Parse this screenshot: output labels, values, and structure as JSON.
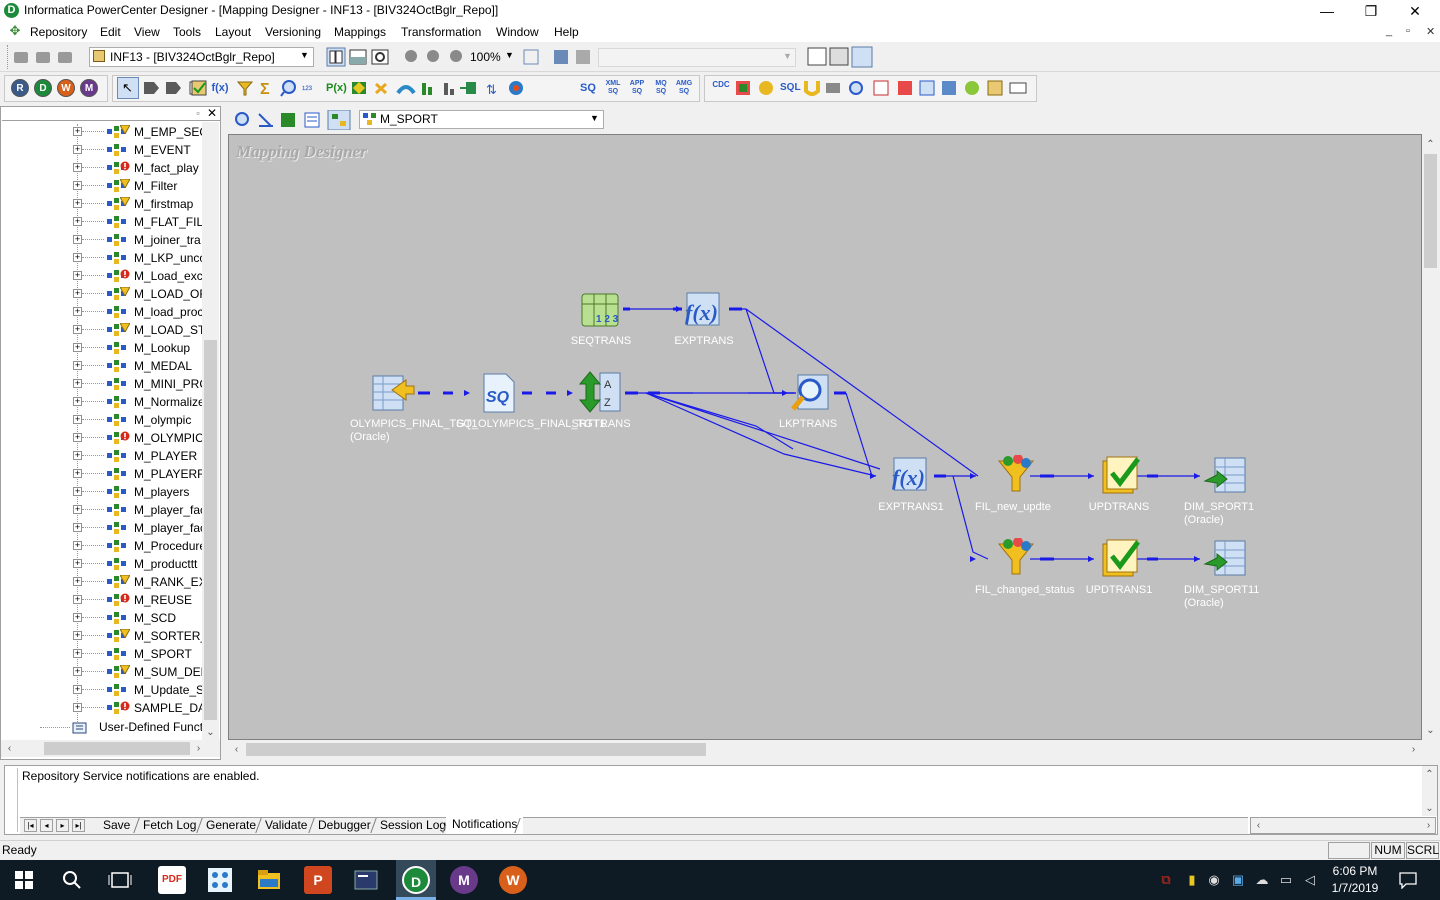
{
  "window": {
    "title": "Informatica PowerCenter Designer - [Mapping Designer - INF13 - [BIV324OctBglr_Repo]]",
    "app_icon_letter": "D",
    "controls": {
      "minimize": "—",
      "maximize": "❐",
      "close": "✕"
    }
  },
  "menu": {
    "items": [
      "Repository",
      "Edit",
      "View",
      "Tools",
      "Layout",
      "Versioning",
      "Mappings",
      "Transformation",
      "Window",
      "Help"
    ],
    "mdi_controls": {
      "minimize": "_",
      "restore": "▫",
      "close": "✕"
    }
  },
  "toolbar1": {
    "repository_combo": "INF13 - [BIV324OctBglr_Repo]",
    "zoom": "100%"
  },
  "toolbar2": {
    "tool_circles": [
      "R",
      "D",
      "W",
      "M"
    ],
    "glyph_labels": [
      "f(x)",
      "P(x)",
      "SQ",
      "XML SQ",
      "APP SQ",
      "MQ SQ",
      "AMG SQ",
      "CDC",
      "SQL"
    ]
  },
  "navigator": {
    "items": [
      {
        "label": "M_EMP_SEQ",
        "status": "warning"
      },
      {
        "label": "M_EVENT",
        "status": "ok"
      },
      {
        "label": "M_fact_play",
        "status": "error"
      },
      {
        "label": "M_Filter",
        "status": "warning"
      },
      {
        "label": "M_firstmap",
        "status": "warning"
      },
      {
        "label": "M_FLAT_FILE",
        "status": "ok"
      },
      {
        "label": "M_joiner_tra",
        "status": "ok"
      },
      {
        "label": "M_LKP_unco",
        "status": "ok"
      },
      {
        "label": "M_Load_exce",
        "status": "error"
      },
      {
        "label": "M_LOAD_OR",
        "status": "warning"
      },
      {
        "label": "M_load_proc",
        "status": "ok"
      },
      {
        "label": "M_LOAD_ST",
        "status": "warning"
      },
      {
        "label": "M_Lookup",
        "status": "ok"
      },
      {
        "label": "M_MEDAL",
        "status": "ok"
      },
      {
        "label": "M_MINI_PRC",
        "status": "ok"
      },
      {
        "label": "M_Normalize",
        "status": "ok"
      },
      {
        "label": "M_olympic",
        "status": "ok"
      },
      {
        "label": "M_OLYMPIC",
        "status": "error"
      },
      {
        "label": "M_PLAYER",
        "status": "ok"
      },
      {
        "label": "M_PLAYERR",
        "status": "ok"
      },
      {
        "label": "M_players",
        "status": "ok"
      },
      {
        "label": "M_player_fac",
        "status": "ok"
      },
      {
        "label": "M_player_fac",
        "status": "ok"
      },
      {
        "label": "M_Procedure",
        "status": "ok"
      },
      {
        "label": "M_producttt",
        "status": "ok"
      },
      {
        "label": "M_RANK_EX",
        "status": "warning"
      },
      {
        "label": "M_REUSE",
        "status": "error"
      },
      {
        "label": "M_SCD",
        "status": "ok"
      },
      {
        "label": "M_SORTER_T",
        "status": "warning"
      },
      {
        "label": "M_SPORT",
        "status": "ok"
      },
      {
        "label": "M_SUM_DEP",
        "status": "warning"
      },
      {
        "label": "M_Update_St",
        "status": "ok"
      },
      {
        "label": "SAMPLE_DAT",
        "status": "error"
      }
    ],
    "footer_item": "User-Defined Funct"
  },
  "workspace": {
    "mapping_combo": "M_SPORT",
    "canvas_title": "Mapping Designer",
    "transformations": {
      "seqtrans": "SEQTRANS",
      "exptrans": "EXPTRANS",
      "source": "OLYMPICS_FINAL_TGT1 (Oracle)",
      "sq": "SQ_OLYMPICS_FINAL_TGT1",
      "srttrans": "SRTTRANS",
      "lkptrans": "LKPTRANS",
      "exptrans1": "EXPTRANS1",
      "fil_new": "FIL_new_updte",
      "updtrans": "UPDTRANS",
      "dim_sport1": "DIM_SPORT1 (Oracle)",
      "fil_changed": "FIL_changed_status",
      "updtrans1": "UPDTRANS1",
      "dim_sport11": "DIM_SPORT11 (Oracle)"
    }
  },
  "output": {
    "message": "Repository Service notifications are enabled.",
    "tabs": [
      "Save",
      "Fetch Log",
      "Generate",
      "Validate",
      "Debugger",
      "Session Log",
      "Notifications"
    ]
  },
  "statusbar": {
    "text": "Ready",
    "num": "NUM",
    "scrl": "SCRL"
  },
  "taskbar": {
    "time": "6:06 PM",
    "date": "1/7/2019"
  }
}
